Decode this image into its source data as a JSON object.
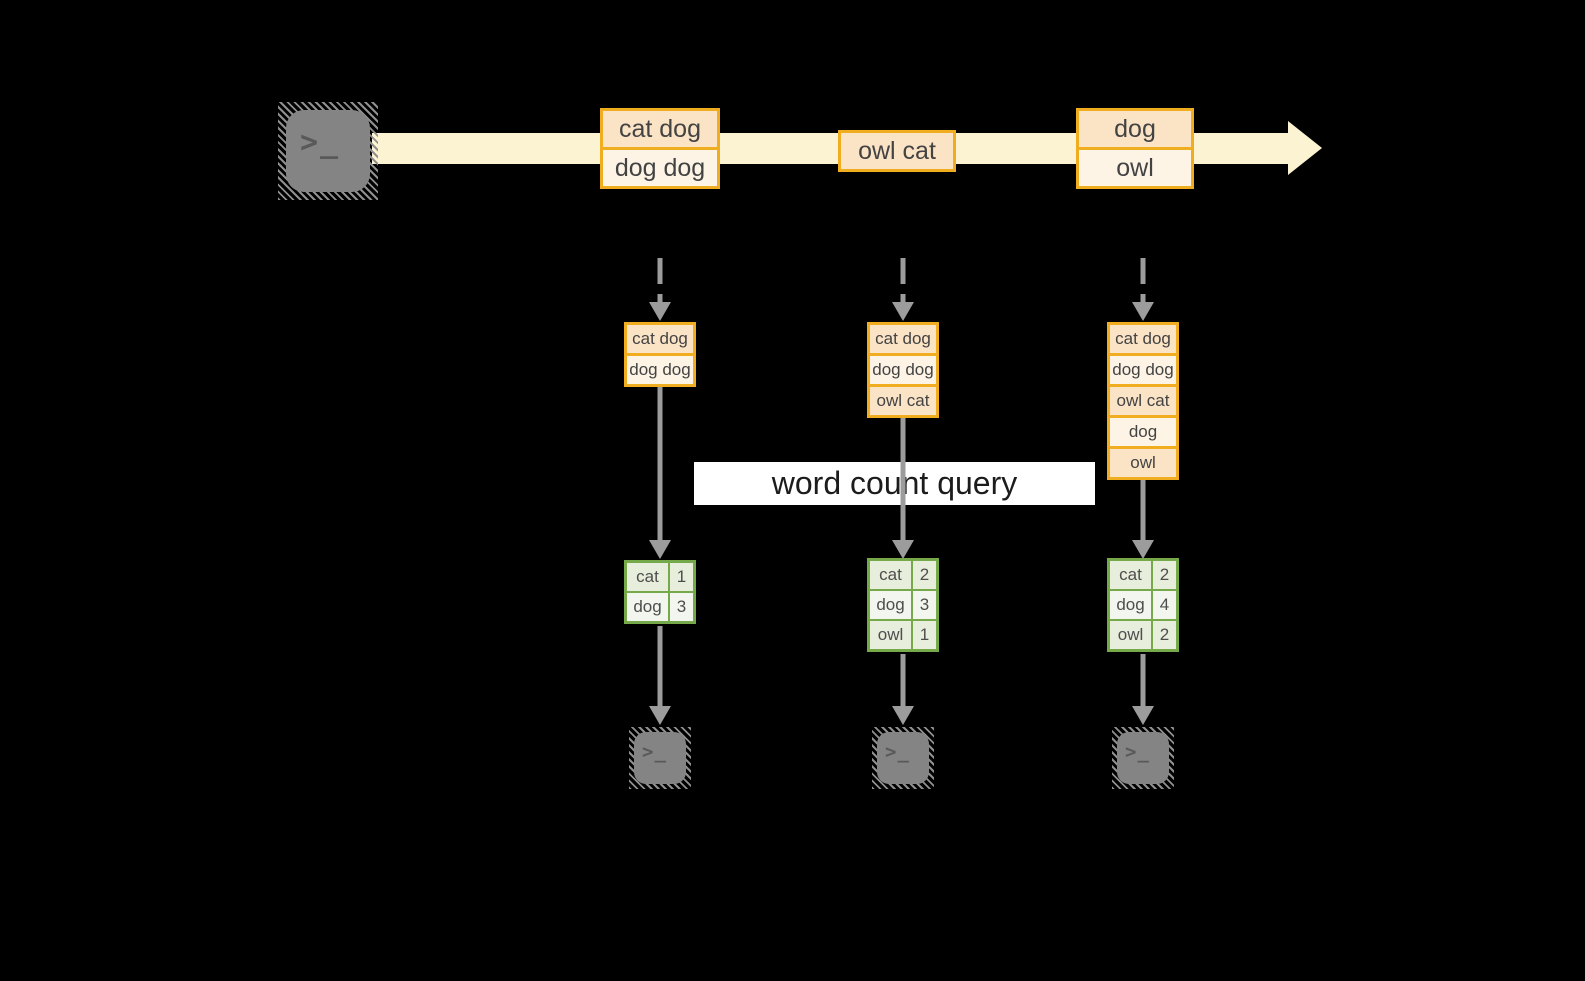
{
  "diagram": {
    "banner": "word count query",
    "stream": {
      "source_icon": "terminal-icon",
      "messages": [
        {
          "lines": [
            "cat dog",
            "dog dog"
          ]
        },
        {
          "lines": [
            "owl cat"
          ]
        },
        {
          "lines": [
            "dog",
            "owl"
          ]
        }
      ]
    },
    "columns": [
      {
        "buffer": [
          "cat dog",
          "dog dog"
        ],
        "counts": [
          {
            "word": "cat",
            "count": 1
          },
          {
            "word": "dog",
            "count": 3
          }
        ]
      },
      {
        "buffer": [
          "cat dog",
          "dog dog",
          "owl cat"
        ],
        "counts": [
          {
            "word": "cat",
            "count": 2
          },
          {
            "word": "dog",
            "count": 3
          },
          {
            "word": "owl",
            "count": 1
          }
        ]
      },
      {
        "buffer": [
          "cat dog",
          "dog dog",
          "owl cat",
          "dog",
          "owl"
        ],
        "counts": [
          {
            "word": "cat",
            "count": 2
          },
          {
            "word": "dog",
            "count": 4
          },
          {
            "word": "owl",
            "count": 2
          }
        ]
      }
    ],
    "terminal_prompt": ">_",
    "colors": {
      "background": "#000000",
      "stream_band": "#fcf3d2",
      "box_border": "#f0ad1f",
      "box_fill_dark": "#fbe3c6",
      "box_fill_light": "#fdf4e6",
      "table_border": "#76a94a",
      "table_fill_dark": "#e7eedb",
      "table_fill_light": "#f3f6ee",
      "arrow_gray": "#9c9c9c",
      "terminal_gray": "#848484"
    }
  }
}
